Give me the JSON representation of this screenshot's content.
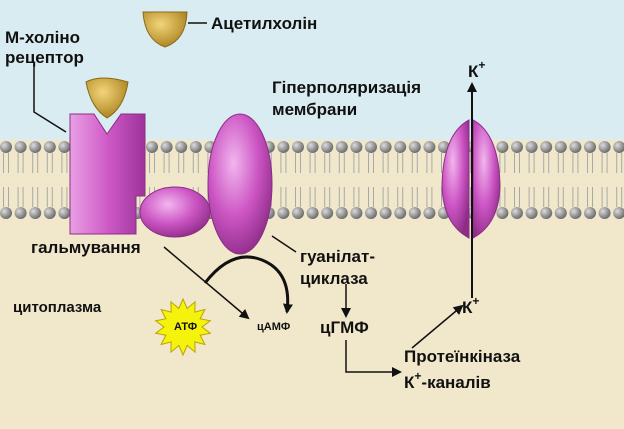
{
  "labels": {
    "acetylcholine": "Ацетилхолін",
    "receptor_line1": "М-холіно",
    "receptor_line2": "рецептор",
    "hyperpolarization_line1": "Гіперполяризація",
    "hyperpolarization_line2": "мембрани",
    "k_top": "К",
    "k_top_sup": "+",
    "inhibition": "гальмування",
    "guanylate_line1": "гуанілат-",
    "guanylate_line2": "циклаза",
    "cytoplasm": "цитоплазма",
    "atp": "АТФ",
    "camp": "цАМФ",
    "cgmp": "цГМФ",
    "k_mid": "К",
    "k_mid_sup": "+",
    "protein_kinase": "Протеїнкіназа",
    "k_channels_k": "К",
    "k_channels_sup": "+",
    "k_channels_rest": "-каналів"
  },
  "colors": {
    "extracellular": "#d9ecf1",
    "cytoplasm": "#f1e8cb",
    "lipid_head": "#9a9a9a",
    "protein": "#cc55c4",
    "ligand": "#d8b03e",
    "atp_burst": "#f5f20c",
    "arrow": "#111111"
  }
}
